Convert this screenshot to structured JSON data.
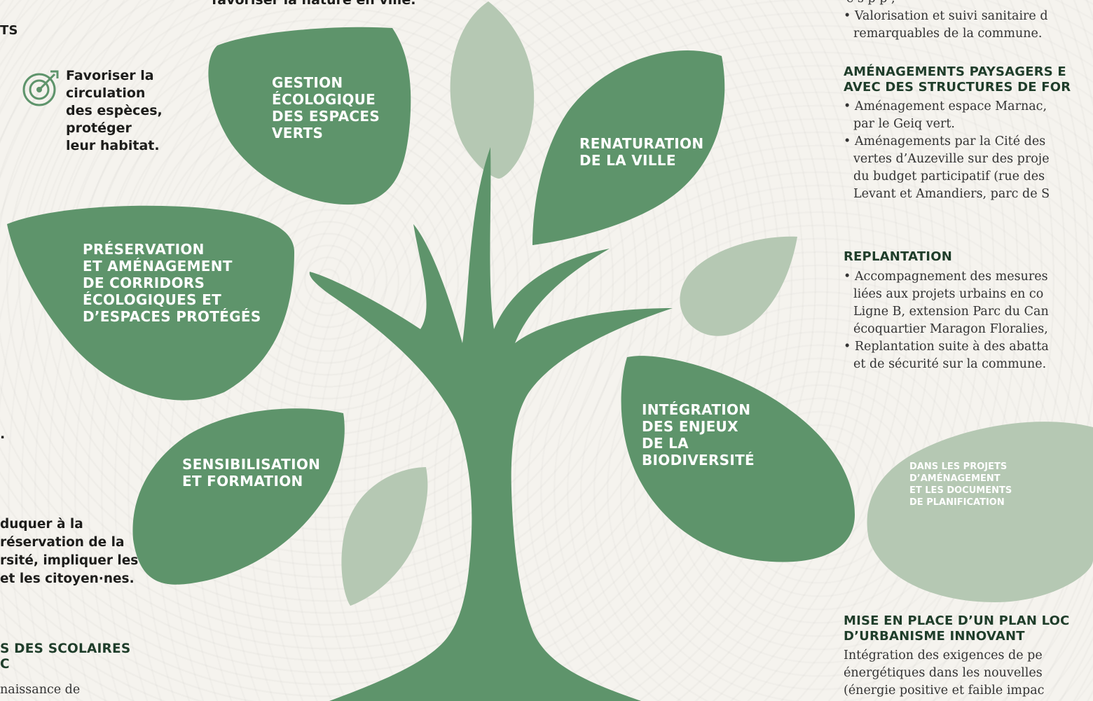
{
  "accent_dark_green": "#5e946b",
  "accent_light_green": "#b5c8b3",
  "heading_color": "#1f3d2a",
  "left": {
    "cut_heading_top": "TS",
    "target_icon": "target-icon",
    "objective_circulation": [
      "Favoriser la",
      "circulation",
      "des espèces,",
      "protéger",
      "leur habitat."
    ],
    "cut_dot": ".",
    "objective_education": [
      "duquer à la",
      "réservation de la",
      "rsité, impliquer les",
      "et les citoyen·nes."
    ],
    "cut_heading_scolaires": [
      "S DES SCOLAIRES",
      "C"
    ],
    "cut_body_bottom": "naissance de"
  },
  "top_center_cut": "favoriser la nature en ville.",
  "leaves": {
    "gestion": [
      "GESTION",
      "ÉCOLOGIQUE",
      "DES ESPACES",
      "VERTS"
    ],
    "renaturation": [
      "RENATURATION",
      "DE LA VILLE"
    ],
    "preservation": [
      "PRÉSERVATION",
      "ET AMÉNAGEMENT",
      "DE CORRIDORS",
      "ÉCOLOGIQUES ET",
      "D’ESPACES PROTÉGÉS"
    ],
    "sensibilisation": [
      "SENSIBILISATION",
      "ET FORMATION"
    ],
    "integration": [
      "INTÉGRATION",
      "DES ENJEUX",
      "DE LA",
      "BIODIVERSITÉ"
    ],
    "projets": [
      "DANS LES PROJETS",
      "D’AMÉNAGEMENT",
      "ET LES DOCUMENTS",
      "DE PLANIFICATION"
    ]
  },
  "right": {
    "top_cut_line": "e s   p   p   ,",
    "valorisation": [
      "• Valorisation et suivi sanitaire d",
      "remarquables de la commune."
    ],
    "heading_amenagements": [
      "AMÉNAGEMENTS PAYSAGERS E",
      "AVEC DES STRUCTURES DE FOR"
    ],
    "amenagements_items": [
      "• Aménagement espace Marnac,",
      "par le Geiq vert.",
      "• Aménagements par la Cité des",
      "vertes d’Auzeville sur des proje",
      "du budget participatif (rue des",
      "Levant et Amandiers, parc de S"
    ],
    "heading_replantation": "REPLANTATION",
    "replantation_items": [
      "• Accompagnement des mesures",
      "liées aux projets urbains en co",
      "Ligne B, extension Parc du Can",
      "écoquartier Maragon Floralies,",
      "• Replantation suite à des abatta",
      "et de sécurité sur la commune."
    ],
    "heading_plan": [
      "MISE EN PLACE D’UN PLAN LOC",
      "D’URBANISME INNOVANT"
    ],
    "plan_body": [
      "Intégration des exigences de pe",
      "énergétiques dans les nouvelles",
      "(énergie positive et faible impac"
    ]
  }
}
